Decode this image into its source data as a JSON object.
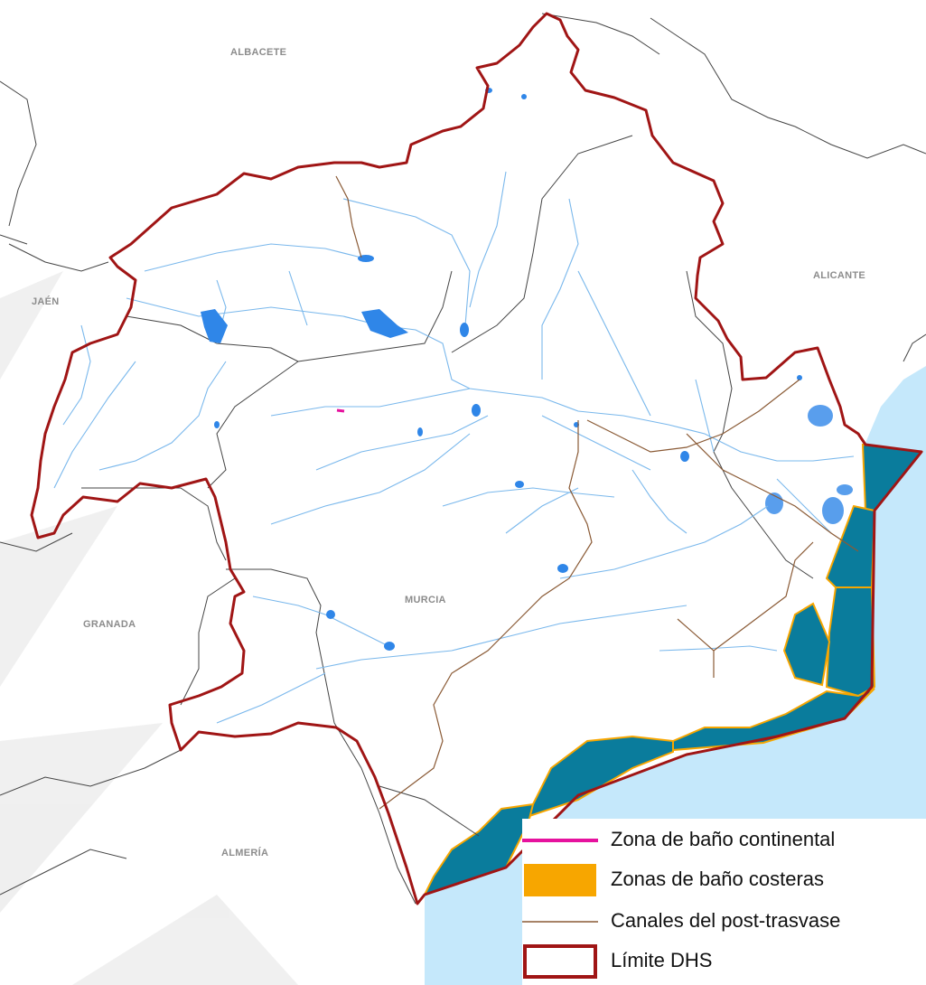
{
  "map": {
    "colors": {
      "sea": "#c5e8fb",
      "coastal_water": "#0a7c9c",
      "coastal_bathing": "#f7a600",
      "river": "#7ab8ec",
      "reservoir": "#2f86e8",
      "boundary_dhs": "#a01515",
      "province_border": "#444444",
      "canal": "#8a5a35",
      "inland_bathing": "#e6129e",
      "fan": "#ececec"
    },
    "provinces": {
      "albacete": "ALBACETE",
      "alicante": "ALICANTE",
      "jaen": "JAÉN",
      "granada": "GRANADA",
      "murcia": "MURCIA",
      "almeria": "ALMERÍA"
    }
  },
  "legend": {
    "items": [
      {
        "label": "Zona de baño continental",
        "icon": "magenta-line"
      },
      {
        "label": "Zonas de baño costeras",
        "icon": "orange-box"
      },
      {
        "label": "Canales del post-trasvase",
        "icon": "brown-line"
      },
      {
        "label": "Límite DHS",
        "icon": "red-outline-box"
      }
    ]
  }
}
